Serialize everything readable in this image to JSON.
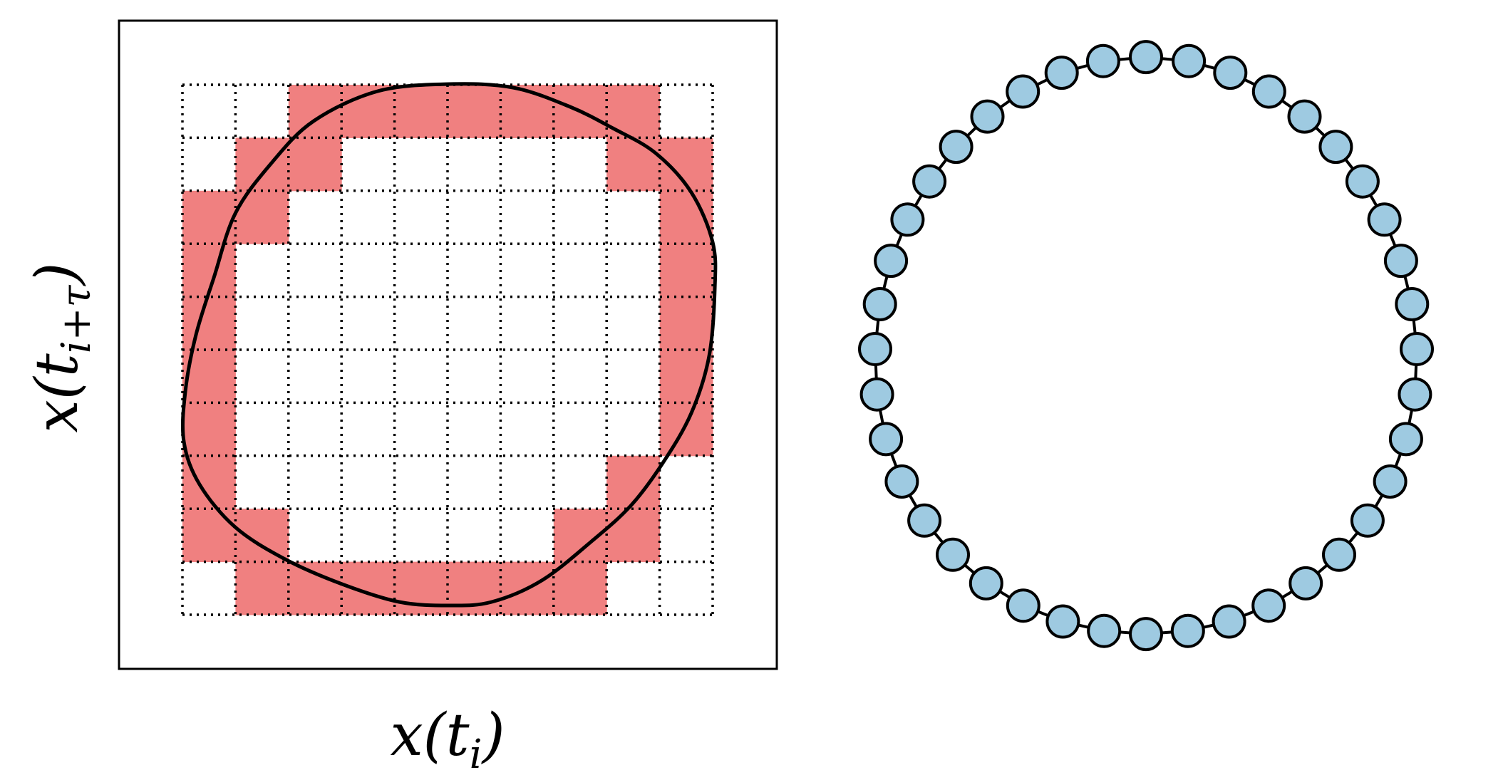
{
  "left_panel": {
    "x_axis_label": {
      "base": "x(t",
      "sub": "i",
      "close": ")"
    },
    "y_axis_label": {
      "base": "x(t",
      "sub": "i+τ",
      "close": ")"
    },
    "grid": {
      "rows": 10,
      "cols": 10,
      "occupied_cells": [
        [
          0,
          2
        ],
        [
          0,
          3
        ],
        [
          0,
          4
        ],
        [
          0,
          5
        ],
        [
          0,
          6
        ],
        [
          0,
          7
        ],
        [
          0,
          8
        ],
        [
          1,
          1
        ],
        [
          1,
          2
        ],
        [
          1,
          8
        ],
        [
          1,
          9
        ],
        [
          2,
          0
        ],
        [
          2,
          1
        ],
        [
          2,
          9
        ],
        [
          3,
          0
        ],
        [
          3,
          9
        ],
        [
          4,
          0
        ],
        [
          4,
          9
        ],
        [
          5,
          0
        ],
        [
          5,
          9
        ],
        [
          6,
          0
        ],
        [
          6,
          9
        ],
        [
          7,
          0
        ],
        [
          7,
          8
        ],
        [
          8,
          0
        ],
        [
          8,
          1
        ],
        [
          8,
          7
        ],
        [
          8,
          8
        ],
        [
          9,
          1
        ],
        [
          9,
          2
        ],
        [
          9,
          3
        ],
        [
          9,
          4
        ],
        [
          9,
          5
        ],
        [
          9,
          6
        ],
        [
          9,
          7
        ]
      ]
    },
    "colors": {
      "cell_fill": "#f08080",
      "curve": "#000000",
      "grid_line": "#000000"
    }
  },
  "right_panel": {
    "node_count": 40,
    "colors": {
      "node_fill": "#9ecae1",
      "node_stroke": "#000000",
      "edge": "#000000"
    }
  }
}
